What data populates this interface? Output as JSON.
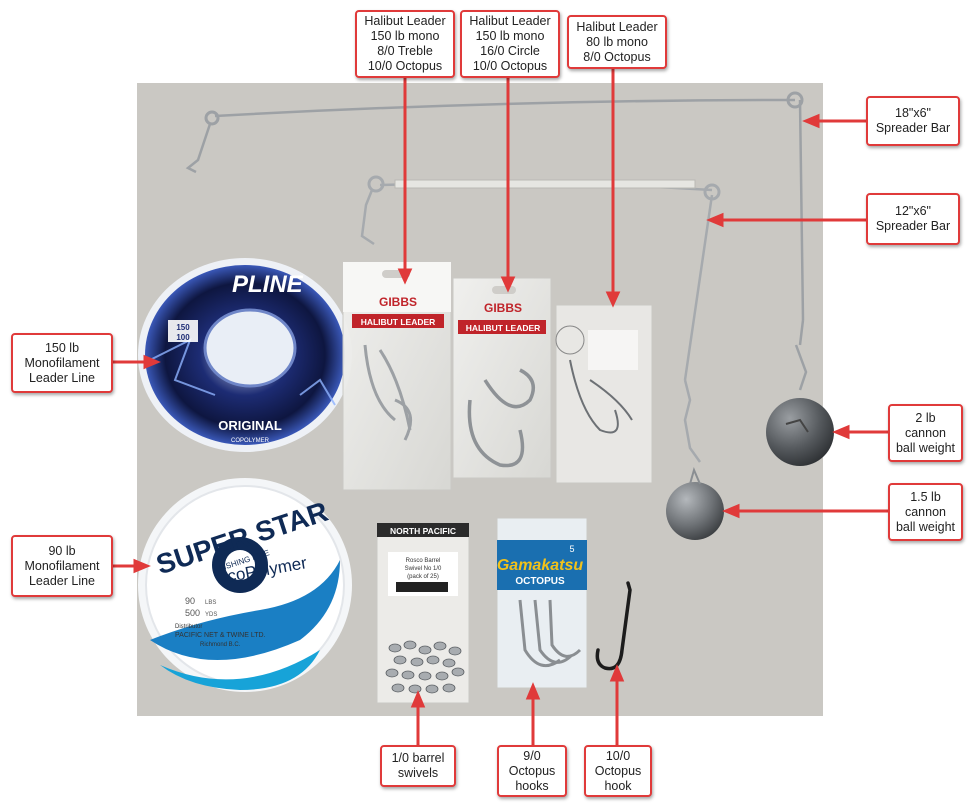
{
  "colors": {
    "accent": "#e03a3a",
    "backdrop": "#cfcdc9"
  },
  "products": {
    "pline": {
      "brand": "PLINE",
      "line": "ORIGINAL",
      "sub": "COPOLYMER",
      "lbs": "150",
      "yds": "100"
    },
    "superstar": {
      "brand": "SUPER STAR",
      "sub": "FISHING LINE",
      "copoly": "coPolymer",
      "lbs": "90",
      "lbs_unit": "LBS",
      "yds": "500",
      "yds_unit": "YDS",
      "distributor_label": "Distributor",
      "distributor": "PACIFIC NET & TWINE LTD.",
      "city": "Richmond B.C."
    },
    "gibbs": {
      "brand": "GIBBS",
      "label": "HALIBUT LEADER"
    },
    "north_pacific": {
      "brand": "NORTH PACIFIC",
      "item": "Rosco Barrel",
      "item2": "Swivel No 1/0",
      "pack": "(pack of 25)"
    },
    "gamakatsu": {
      "brand": "Gamakatsu",
      "model": "OCTOPUS",
      "size": "5"
    }
  },
  "callouts": {
    "leader_treble": [
      "Halibut Leader",
      "150 lb mono",
      "8/0 Treble",
      "10/0 Octopus"
    ],
    "leader_circle": [
      "Halibut Leader",
      "150 lb mono",
      "16/0 Circle",
      "10/0 Octopus"
    ],
    "leader_80": [
      "Halibut Leader",
      "80 lb mono",
      "8/0 Octopus"
    ],
    "spreader_18": [
      "18\"x6\"",
      "Spreader Bar"
    ],
    "spreader_12": [
      "12\"x6\"",
      "Spreader Bar"
    ],
    "mono_150": [
      "150 lb",
      "Monofilament",
      "Leader Line"
    ],
    "mono_90": [
      "90 lb",
      "Monofilament",
      "Leader Line"
    ],
    "weight_2": [
      "2 lb",
      "cannon",
      "ball weight"
    ],
    "weight_15": [
      "1.5 lb",
      "cannon",
      "ball weight"
    ],
    "swivels": [
      "1/0 barrel",
      "swivels"
    ],
    "hooks_9": [
      "9/0",
      "Octopus",
      "hooks"
    ],
    "hook_10": [
      "10/0",
      "Octopus",
      "hook"
    ]
  }
}
